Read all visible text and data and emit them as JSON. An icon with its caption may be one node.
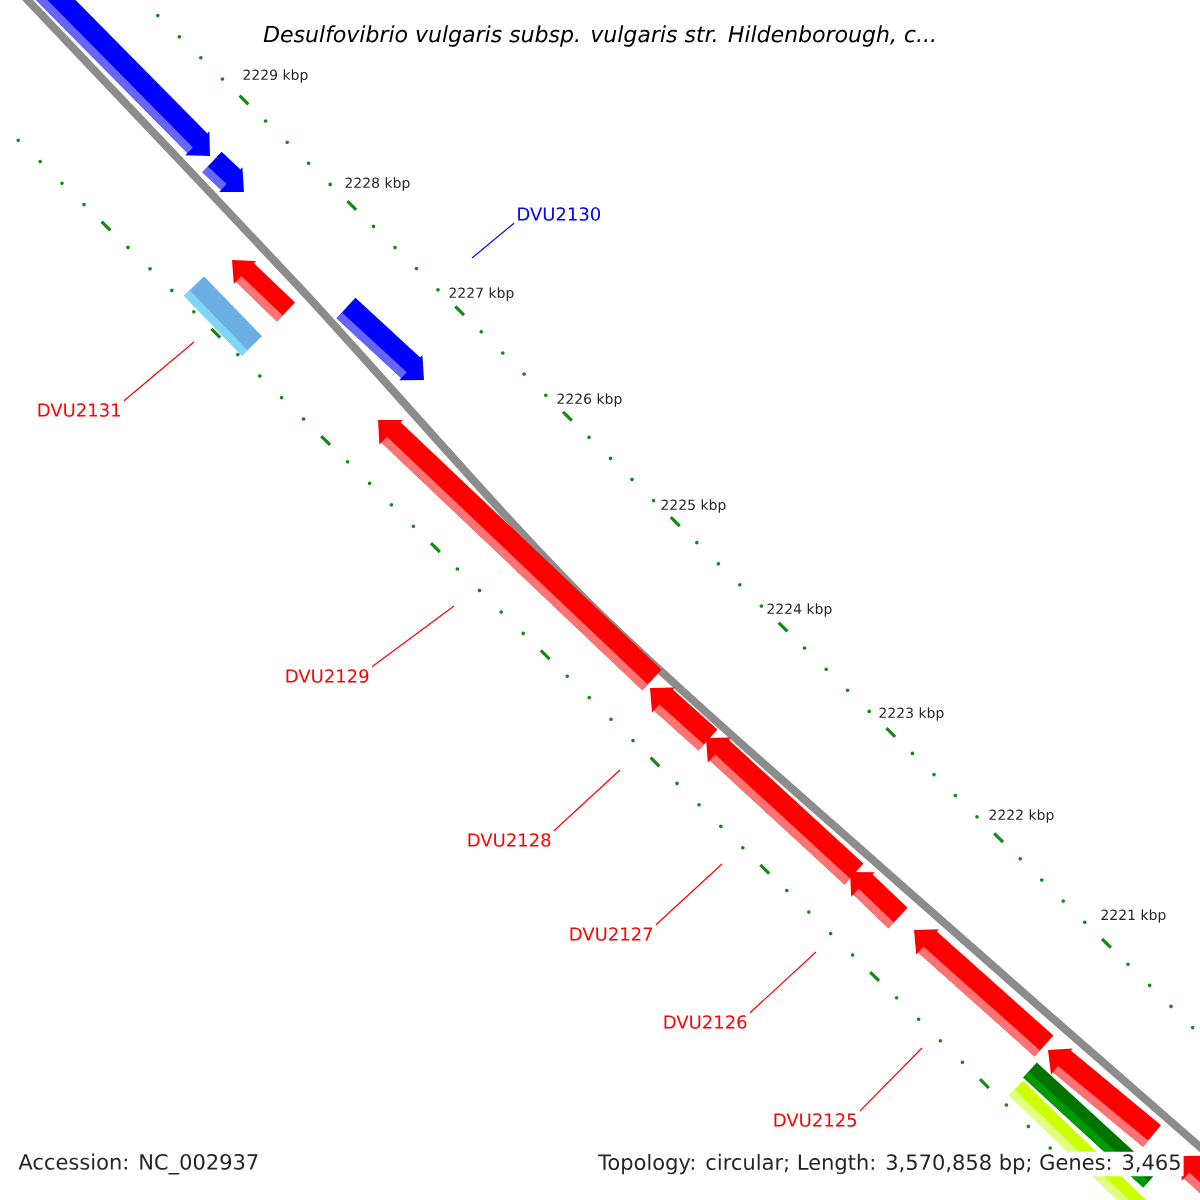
{
  "diagram": {
    "title": "Desulfovibrio vulgaris subsp. vulgaris str. Hildenborough, c...",
    "nodes": [
      {
        "text": [
          "DVU2130"
        ]
      },
      {
        "text": [
          "DVU2131"
        ]
      },
      {
        "text": [
          "DVU2129"
        ]
      },
      {
        "text": [
          "DVU2128"
        ]
      },
      {
        "text": [
          "DVU2127"
        ]
      },
      {
        "text": [
          "DVU2126"
        ]
      },
      {
        "text": [
          "DVU2125"
        ]
      }
    ],
    "edges": [
      {
        "from": 0,
        "to": null,
        "arrow": "none",
        "color": "#0000ff"
      },
      {
        "from": 1,
        "to": null,
        "arrow": "none"
      },
      {
        "from": 2,
        "to": null,
        "arrow": "none"
      },
      {
        "from": 3,
        "to": null,
        "arrow": "none"
      },
      {
        "from": 4,
        "to": null,
        "arrow": "none"
      },
      {
        "from": 5,
        "to": null,
        "arrow": "none"
      },
      {
        "from": 6,
        "to": null,
        "arrow": "none"
      }
    ],
    "labels": [
      "2229 kbp",
      "2228 kbp",
      "2227 kbp",
      "2226 kbp",
      "2225 kbp",
      "2224 kbp",
      "2223 kbp",
      "2222 kbp",
      "2221 kbp",
      "Accession: NC_002937",
      "Topology: circular; Length: 3,570,858 bp; Genes: 3,465"
    ]
  }
}
